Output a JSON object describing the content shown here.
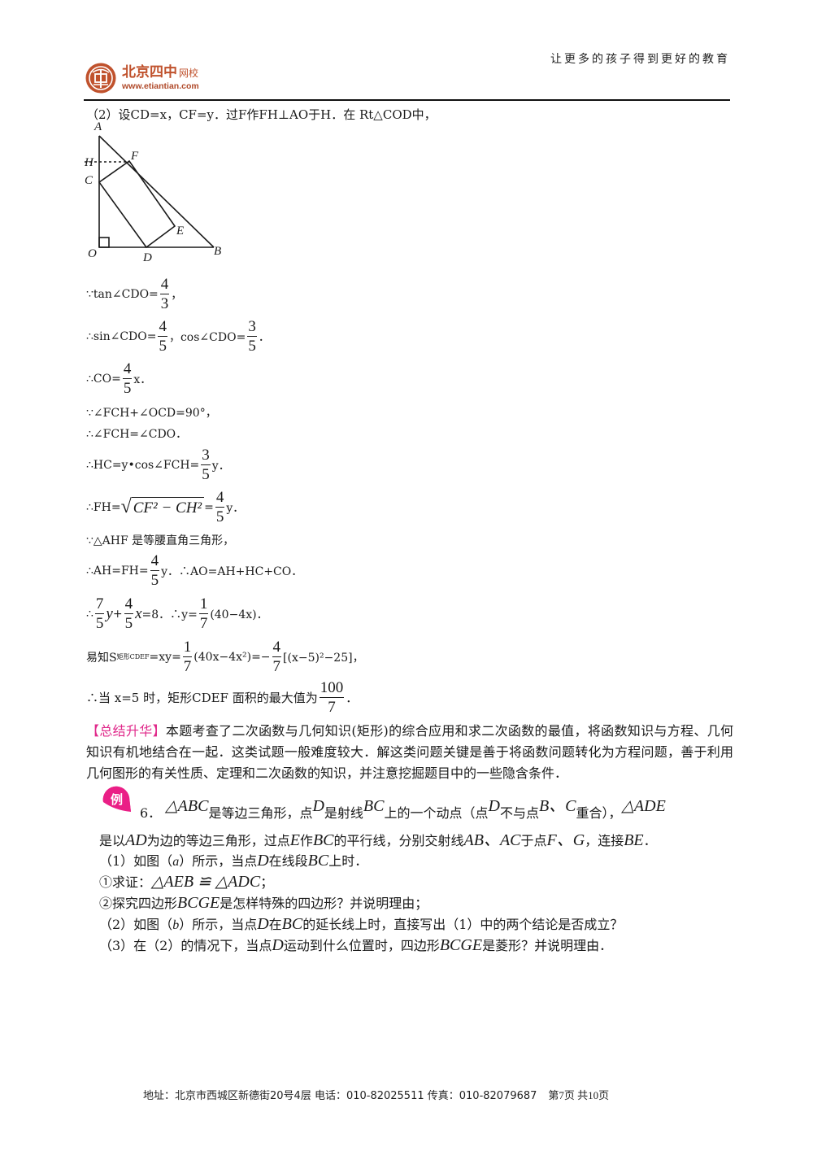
{
  "header": {
    "slogan": "让更多的孩子得到更好的教育",
    "logo": {
      "name_cn": "北京四中",
      "name_suffix": "网校",
      "url": "www.etiantian.com",
      "color": "#c0522d"
    }
  },
  "solution": {
    "intro": "（2）设CD=x，CF=y．过F作FH⊥AO于H．在 Rt△COD中，",
    "figure": {
      "labels": [
        "A",
        "H",
        "F",
        "C",
        "E",
        "O",
        "D",
        "B"
      ],
      "description": "Right triangle AOB with right angle at O; rectangle CDEF inscribed with C on AO, D on OB, F on AB; dashed segment HF perpendicular to AO"
    },
    "steps": [
      {
        "prefix": "∵tan∠CDO=",
        "frac": [
          "4",
          "3"
        ],
        "suffix": "，"
      },
      {
        "prefix": "∴sin∠CDO=",
        "frac": [
          "4",
          "5"
        ],
        "mid": "，cos∠CDO=",
        "frac2": [
          "3",
          "5"
        ],
        "suffix": "．"
      },
      {
        "prefix": "∴CO=",
        "frac": [
          "4",
          "5"
        ],
        "suffix": "x．"
      },
      {
        "text": "∵∠FCH+∠OCD=90°，"
      },
      {
        "text": "∴∠FCH=∠CDO．"
      },
      {
        "prefix": "∴HC=y•cos∠FCH=",
        "frac": [
          "3",
          "5"
        ],
        "suffix": "y．"
      },
      {
        "prefix": "∴FH=",
        "sqrt": "CF² − CH²",
        "mid": "=",
        "frac": [
          "4",
          "5"
        ],
        "suffix": "y．"
      },
      {
        "text": "∵△AHF 是等腰直角三角形，"
      },
      {
        "prefix": "∴AH=FH=",
        "frac": [
          "4",
          "5"
        ],
        "suffix": "y．∴AO=AH+HC+CO．"
      },
      {
        "prefix": "∴",
        "frac": [
          "7",
          "5"
        ],
        "v1": "y",
        "plus": "+",
        "frac2": [
          "4",
          "5"
        ],
        "v2": "x",
        "mid": "=8．∴y=",
        "frac3": [
          "1",
          "7"
        ],
        "suffix": "(40−4x)．"
      },
      {
        "prefix": "易知S",
        "sub": "矩形CDEF",
        "mid": "=xy=",
        "frac": [
          "1",
          "7"
        ],
        "mid2": "(40x−4x²)=−",
        "frac2": [
          "4",
          "7"
        ],
        "suffix": "[(x−5)²−25]，"
      },
      {
        "prefix": "∴当 x=5 时，矩形CDEF 面积的最大值为",
        "frac": [
          "100",
          "7"
        ],
        "suffix": "．"
      }
    ]
  },
  "summary": {
    "tag": "【总结升华】",
    "text": "本题考查了二次函数与几何知识(矩形)的综合应用和求二次函数的最值，将函数知识与方程、几何知识有机地结合在一起．这类试题一般难度较大．解这类问题关键是善于将函数问题转化为方程问题，善于利用几何图形的有关性质、定理和二次函数的知识，并注意挖掘题目中的一些隐含条件．",
    "tag_color": "#e0288a"
  },
  "example": {
    "badge": "例",
    "badge_color": "#ea1f86",
    "number": "6．",
    "stem_parts": [
      "△ABC",
      "是等边三角形，点",
      "D",
      "是射线",
      "BC",
      "上的一个动点（点",
      "D",
      "不与点",
      "B、C",
      "重合），",
      "△ADE"
    ],
    "stem_line2": [
      "是以",
      "AD",
      "为边的等边三角形，过点",
      "E",
      "作",
      "BC",
      "的平行线，分别交射线",
      "AB、AC",
      "于点",
      "F、G",
      "，连接",
      "BE",
      "．"
    ],
    "questions": [
      [
        "（1）如图（",
        "a",
        "）所示，当点",
        "D",
        "在线段",
        "BC",
        "上时．"
      ],
      [
        "①求证：",
        "△AEB ≌ △ADC",
        "；"
      ],
      [
        "②探究四边形",
        "BCGE",
        "是怎样特殊的四边形？并说明理由；"
      ],
      [
        "（2）如图（",
        "b",
        "）所示，当点",
        "D",
        "在",
        "BC",
        "的延长线上时，直接写出（1）中的两个结论是否成立？"
      ],
      [
        "（3）在（2）的情况下，当点",
        "D",
        "运动到什么位置时，四边形",
        "BCGE",
        "是菱形？并说明理由．"
      ]
    ]
  },
  "footer": {
    "address": "地址：北京市西城区新德街20号4层 电话：010-82025511 传真：010-82079687",
    "page": "第7页 共10页"
  }
}
